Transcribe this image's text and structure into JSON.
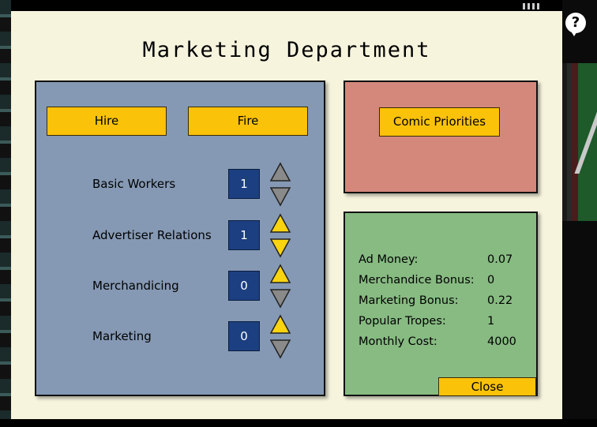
{
  "title": "Marketing Department",
  "colors": {
    "dialog_bg": "#f7f4de",
    "staff_panel": "#8599b4",
    "priorities_panel": "#d4887c",
    "stats_panel": "#87bb82",
    "button": "#fbc20a",
    "count_box": "#1b3f80",
    "arrow_active": "#fbd410",
    "arrow_inactive": "#8a8a8a"
  },
  "staff": {
    "hire_label": "Hire",
    "fire_label": "Fire",
    "rows": [
      {
        "label": "Basic Workers",
        "count": "1",
        "up_state": "inactive",
        "down_state": "inactive"
      },
      {
        "label": "Advertiser Relations",
        "count": "1",
        "up_state": "active",
        "down_state": "active"
      },
      {
        "label": "Merchandicing",
        "count": "0",
        "up_state": "active",
        "down_state": "inactive"
      },
      {
        "label": "Marketing",
        "count": "0",
        "up_state": "active",
        "down_state": "inactive"
      }
    ]
  },
  "priorities": {
    "button_label": "Comic Priorities"
  },
  "stats": {
    "rows": [
      {
        "label": "Ad Money:",
        "value": "0.07"
      },
      {
        "label": "Merchandice Bonus:",
        "value": "0"
      },
      {
        "label": "Marketing Bonus:",
        "value": "0.22"
      },
      {
        "label": "Popular Tropes:",
        "value": "1"
      },
      {
        "label": "Monthly Cost:",
        "value": "4000"
      }
    ],
    "close_label": "Close"
  },
  "icons": {
    "help": "help-icon"
  },
  "help_glyph": "?"
}
